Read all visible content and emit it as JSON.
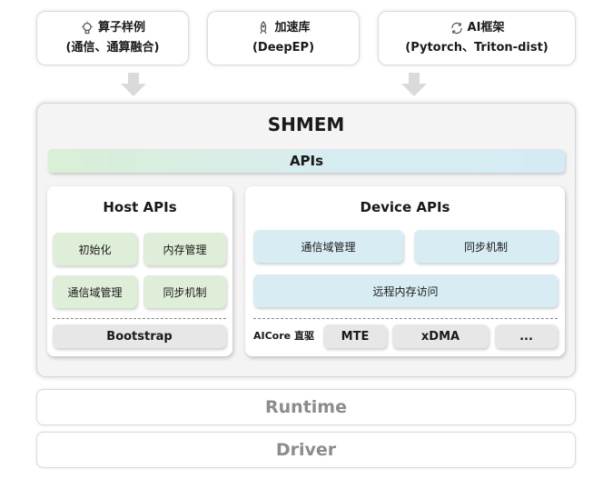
{
  "top": [
    {
      "icon": "lightbulb-icon",
      "line1": "算子样例",
      "line2": "(通信、通算融合)"
    },
    {
      "icon": "rocket-icon",
      "line1": "加速库",
      "line2": "(DeepEP)"
    },
    {
      "icon": "cycle-arrows-icon",
      "line1": "AI框架",
      "line2": "(Pytorch、Triton-dist)"
    }
  ],
  "shmem": {
    "title": "SHMEM",
    "apis": "APIs",
    "host": {
      "title": "Host APIs",
      "items": [
        "初始化",
        "内存管理",
        "通信域管理",
        "同步机制"
      ],
      "bootstrap": "Bootstrap"
    },
    "device": {
      "title": "Device APIs",
      "items": [
        "通信域管理",
        "同步机制",
        "远程内存访问"
      ],
      "aicore_label": "AICore 直驱",
      "transports": [
        "MTE",
        "xDMA",
        "..."
      ]
    }
  },
  "runtime": "Runtime",
  "driver": "Driver",
  "colors": {
    "green": "#dfeed8",
    "blue": "#d8edf3",
    "grey": "#e7e7e7",
    "faded_text": "#8c8c8c"
  }
}
